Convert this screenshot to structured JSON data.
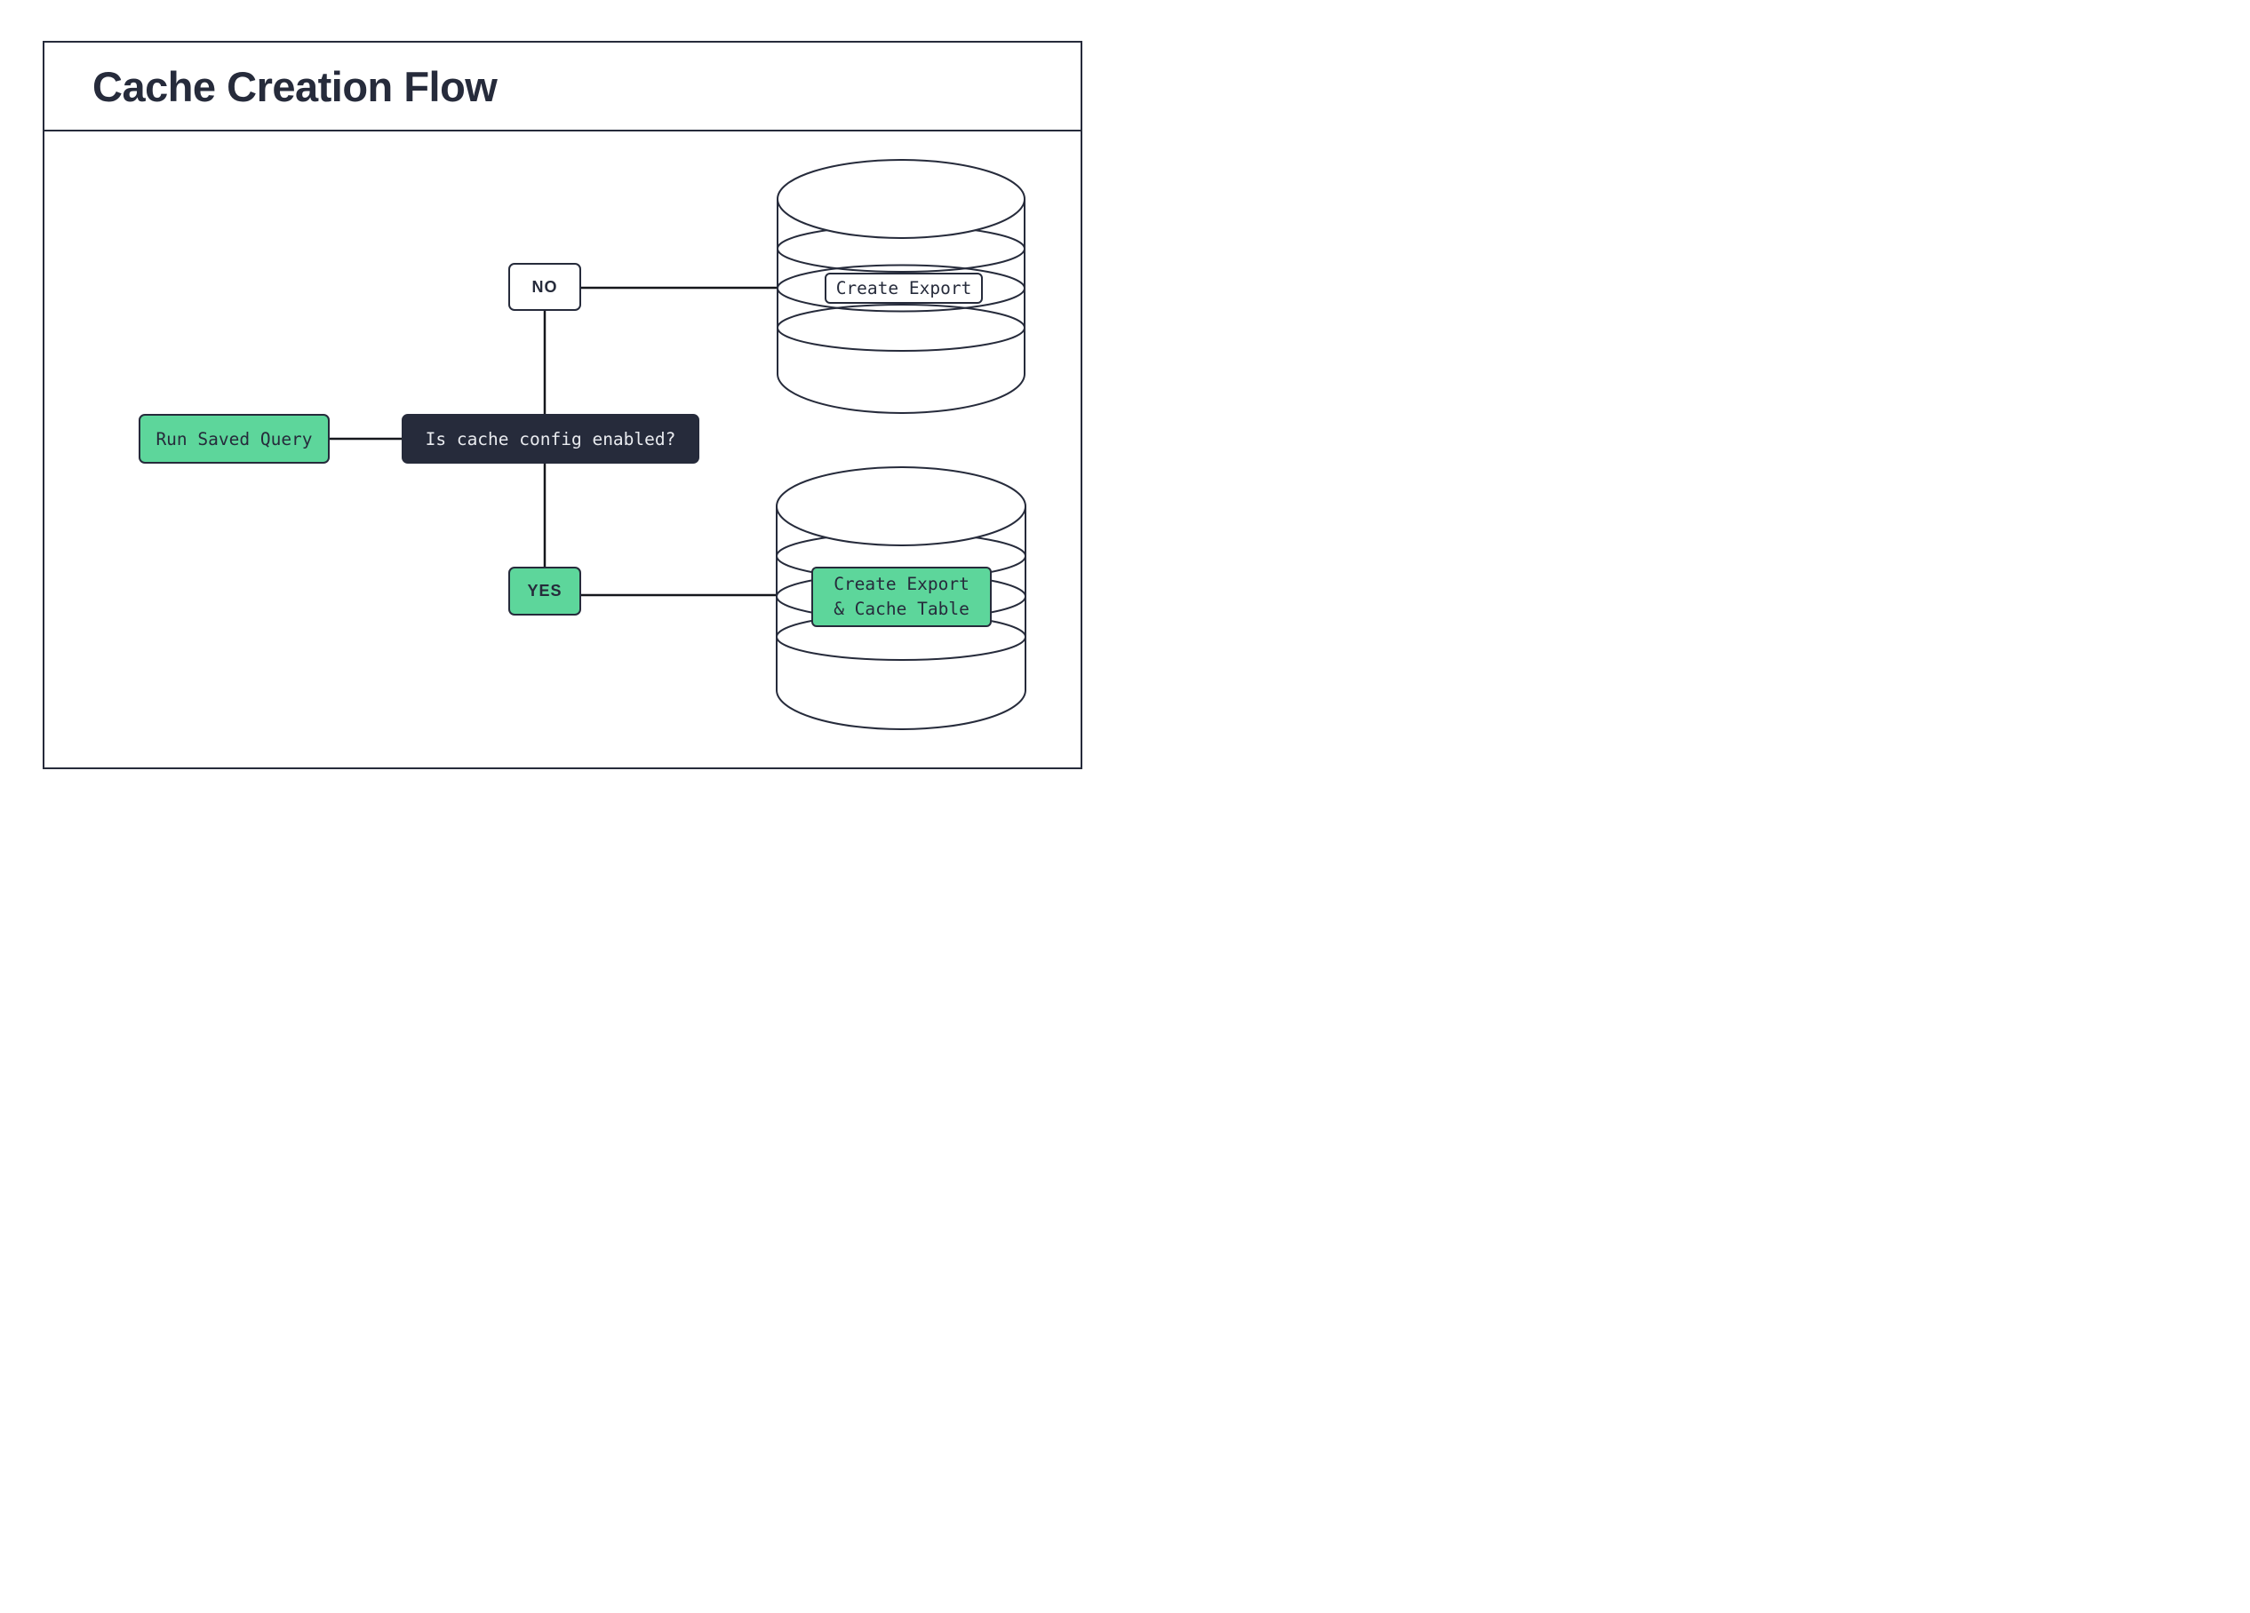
{
  "title": "Cache Creation Flow",
  "colors": {
    "ink": "#262B3B",
    "green": "#5DD69B",
    "line": "#15171C",
    "text_light": "#E9EBEF",
    "paper": "#FFFFFF"
  },
  "flow": {
    "start_label": "Run Saved Query",
    "decision_label": "Is cache config enabled?",
    "no_label": "NO",
    "yes_label": "YES",
    "no_result_label": "Create Export",
    "yes_result_label_line1": "Create Export",
    "yes_result_label_line2": "& Cache Table"
  },
  "icons": {
    "no_branch_icon": "database-cylinder",
    "yes_branch_icon": "database-cylinder"
  }
}
